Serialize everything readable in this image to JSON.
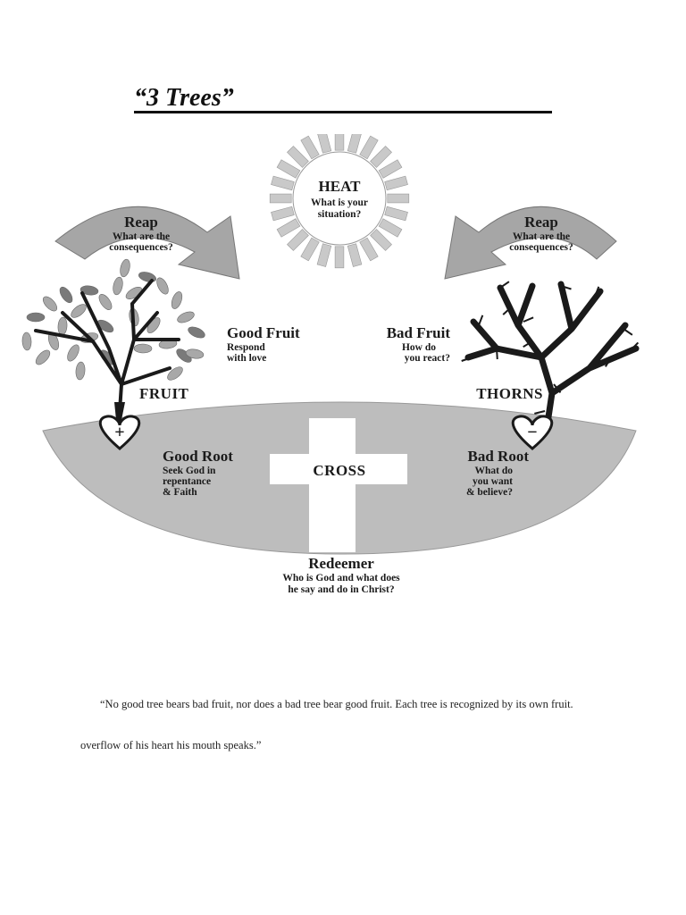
{
  "title": "“3 Trees”",
  "heat": {
    "title": "HEAT",
    "lines": [
      "What is your",
      "situation?"
    ]
  },
  "reap_left": {
    "title": "Reap",
    "lines": [
      "What are the",
      "consequences?"
    ]
  },
  "reap_right": {
    "title": "Reap",
    "lines": [
      "What are the",
      "consequences?"
    ]
  },
  "good_fruit": {
    "title": "Good Fruit",
    "lines": [
      "Respond",
      "with love"
    ]
  },
  "bad_fruit": {
    "title": "Bad Fruit",
    "lines": [
      "How do",
      "you react?"
    ]
  },
  "fruit_word": "FRUIT",
  "thorns_word": "THORNS",
  "good_root": {
    "title": "Good Root",
    "lines": [
      "Seek God in",
      "repentance",
      "& Faith"
    ]
  },
  "bad_root": {
    "title": "Bad Root",
    "lines": [
      "What do",
      "you want",
      "& believe?"
    ]
  },
  "cross_word": "CROSS",
  "redeemer": {
    "title": "Redeemer",
    "lines": [
      "Who is God and what does",
      "he say and do in Christ?"
    ]
  },
  "plus_sign": "+",
  "minus_sign": "−",
  "quote_line1": "“No good tree bears bad fruit, nor does a bad tree bear good fruit.  Each tree is recognized by its own fruit.",
  "quote_line2": "overflow of his heart his mouth speaks.”",
  "colors": {
    "ground": "#bdbdbd",
    "arrow": "#9a9a9a",
    "sun": "#c9c9c9",
    "leaf": "#a8a8a8",
    "ink": "#1a1a1a"
  }
}
